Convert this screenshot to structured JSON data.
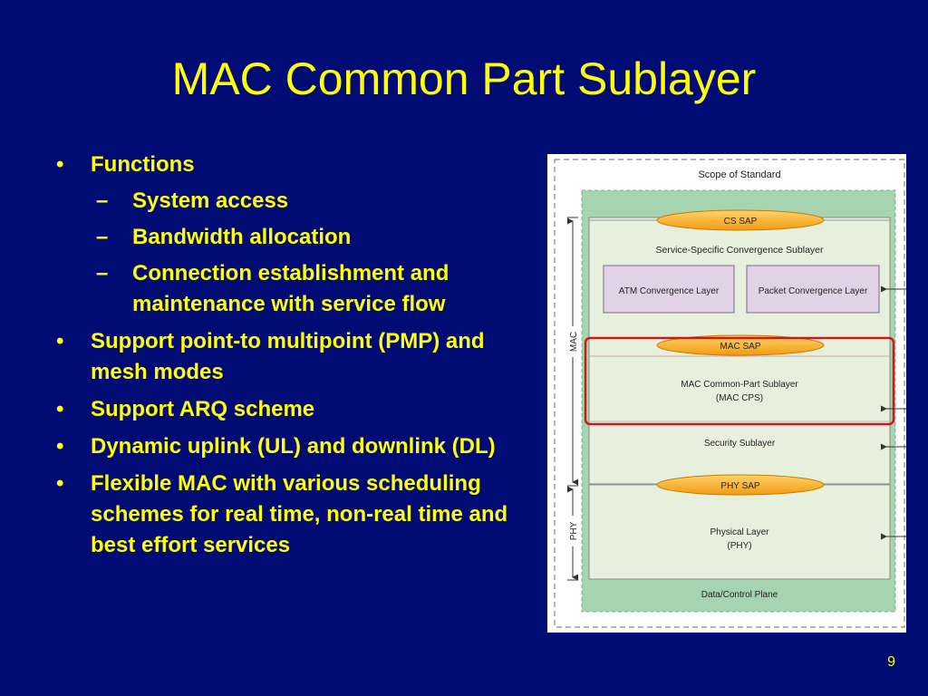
{
  "title": "MAC Common Part Sublayer",
  "bullets": [
    {
      "text": "Functions",
      "sub": [
        "System access",
        "Bandwidth allocation",
        "Connection establishment and maintenance with service flow"
      ]
    },
    {
      "text": "Support point-to multipoint (PMP) and mesh modes"
    },
    {
      "text": "Support ARQ scheme"
    },
    {
      "text": "Dynamic uplink (UL) and downlink (DL)"
    },
    {
      "text": "Flexible MAC with various scheduling schemes for real time, non-real time and best effort services"
    }
  ],
  "bullet_symbol": "•",
  "sub_bullet_symbol": "–",
  "diagram": {
    "scope_label": "Scope of Standard",
    "cs_sap": "CS SAP",
    "sscs": "Service-Specific Convergence Sublayer",
    "atm_cl": "ATM Convergence Layer",
    "packet_cl": "Packet Convergence Layer",
    "mac_sap": "MAC SAP",
    "mac_cps_line1": "MAC Common-Part Sublayer",
    "mac_cps_line2": "(MAC CPS)",
    "security": "Security Sublayer",
    "phy_sap": "PHY SAP",
    "phy_line1": "Physical Layer",
    "phy_line2": "(PHY)",
    "plane": "Data/Control Plane",
    "side_mac": "MAC",
    "side_phy": "PHY"
  },
  "colors": {
    "background": "#000b74",
    "text": "#ffff00",
    "highlight": "#cc1a1a",
    "sap": "#f5a623",
    "layer_fill": "#e7f0dc",
    "plane_fill": "#a6d4b0",
    "cl_fill": "#e2d2e8"
  },
  "page_number": "9"
}
